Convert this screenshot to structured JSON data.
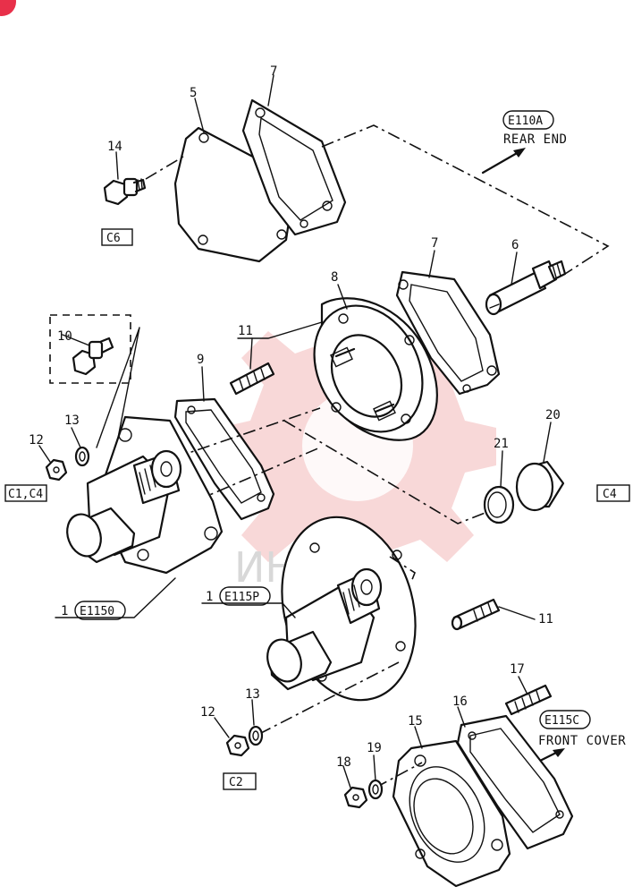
{
  "part_numbers": {
    "p1": "1",
    "p5": "5",
    "p6": "6",
    "p7a": "7",
    "p7b": "7",
    "p8": "8",
    "p9": "9",
    "p10": "10",
    "p11a": "11",
    "p11b": "11",
    "p12a": "12",
    "p12b": "12",
    "p13a": "13",
    "p13b": "13",
    "p14": "14",
    "p15": "15",
    "p16": "16",
    "p17": "17",
    "p18": "18",
    "p19": "19",
    "p20": "20",
    "p21": "21"
  },
  "references": {
    "e110a": {
      "code": "E110A",
      "caption": "REAR END"
    },
    "e115c": {
      "code": "E115C",
      "caption": "FRONT COVER"
    },
    "e1150": {
      "prefix": "1",
      "code": "E1150"
    },
    "e115p": {
      "prefix": "1",
      "code": "E115P"
    }
  },
  "boxes": {
    "c6": "C6",
    "c1c4": "C1,C4",
    "c4": "C4",
    "c2": "C2"
  },
  "watermark": {
    "text": "ИНТЕК",
    "color": "#f2b8b8"
  },
  "colors": {
    "line": "#111111",
    "background": "#ffffff",
    "corner_badge": "#e8304a"
  }
}
